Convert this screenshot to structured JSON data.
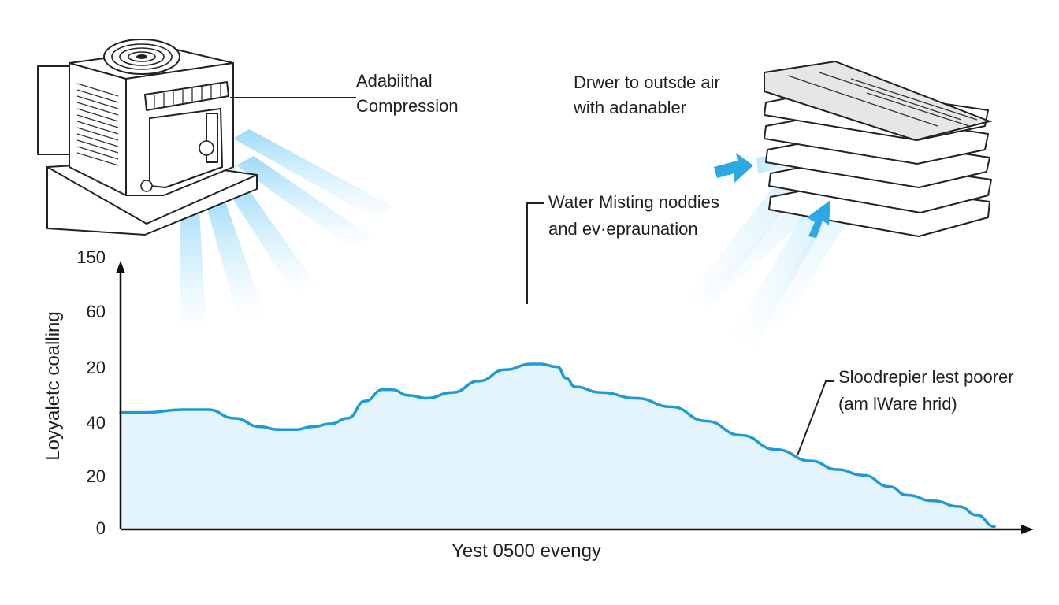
{
  "callouts": {
    "compression": [
      "Adabiithal",
      "Compression"
    ],
    "outside_air": [
      "Drwer to outsde air",
      "with adanabler"
    ],
    "misting": [
      "Water Misting noddies",
      "and ev·epraunation"
    ],
    "pooper": [
      "Sloodrepier lest poorer",
      "(am lWare hrid)"
    ]
  },
  "colors": {
    "curve": "#1e9ad6",
    "fill": "#e3f4fc",
    "beam": "#8fd3f5",
    "arrow": "#2aa8e8",
    "ink": "#222222"
  },
  "icons": {
    "compressor": "ac-compressor-unit-icon",
    "pad_stack": "evaporative-pad-stack-icon",
    "arrow": "airflow-arrow-icon"
  },
  "chart_data": {
    "type": "area",
    "ylabel": "Loyyaletc coalling",
    "xlabel": "Yest 0500 evengy",
    "yticks": [
      "150",
      "60",
      "20",
      "40",
      "20",
      "0"
    ],
    "x": [
      0,
      0.03,
      0.07,
      0.1,
      0.13,
      0.16,
      0.18,
      0.2,
      0.22,
      0.24,
      0.26,
      0.28,
      0.3,
      0.31,
      0.33,
      0.35,
      0.38,
      0.41,
      0.44,
      0.47,
      0.48,
      0.5,
      0.51,
      0.52,
      0.55,
      0.59,
      0.63,
      0.67,
      0.71,
      0.75,
      0.79,
      0.82,
      0.85,
      0.88,
      0.9,
      0.93,
      0.96,
      0.98,
      1.0
    ],
    "values": [
      0.41,
      0.41,
      0.42,
      0.42,
      0.39,
      0.36,
      0.35,
      0.35,
      0.36,
      0.37,
      0.39,
      0.45,
      0.49,
      0.49,
      0.47,
      0.46,
      0.48,
      0.52,
      0.56,
      0.58,
      0.58,
      0.57,
      0.53,
      0.5,
      0.48,
      0.46,
      0.43,
      0.38,
      0.33,
      0.28,
      0.24,
      0.21,
      0.19,
      0.15,
      0.12,
      0.1,
      0.08,
      0.05,
      0.01
    ],
    "ylim": [
      0,
      1
    ],
    "xlim": [
      0,
      1
    ],
    "grid": false,
    "legend": "none"
  }
}
